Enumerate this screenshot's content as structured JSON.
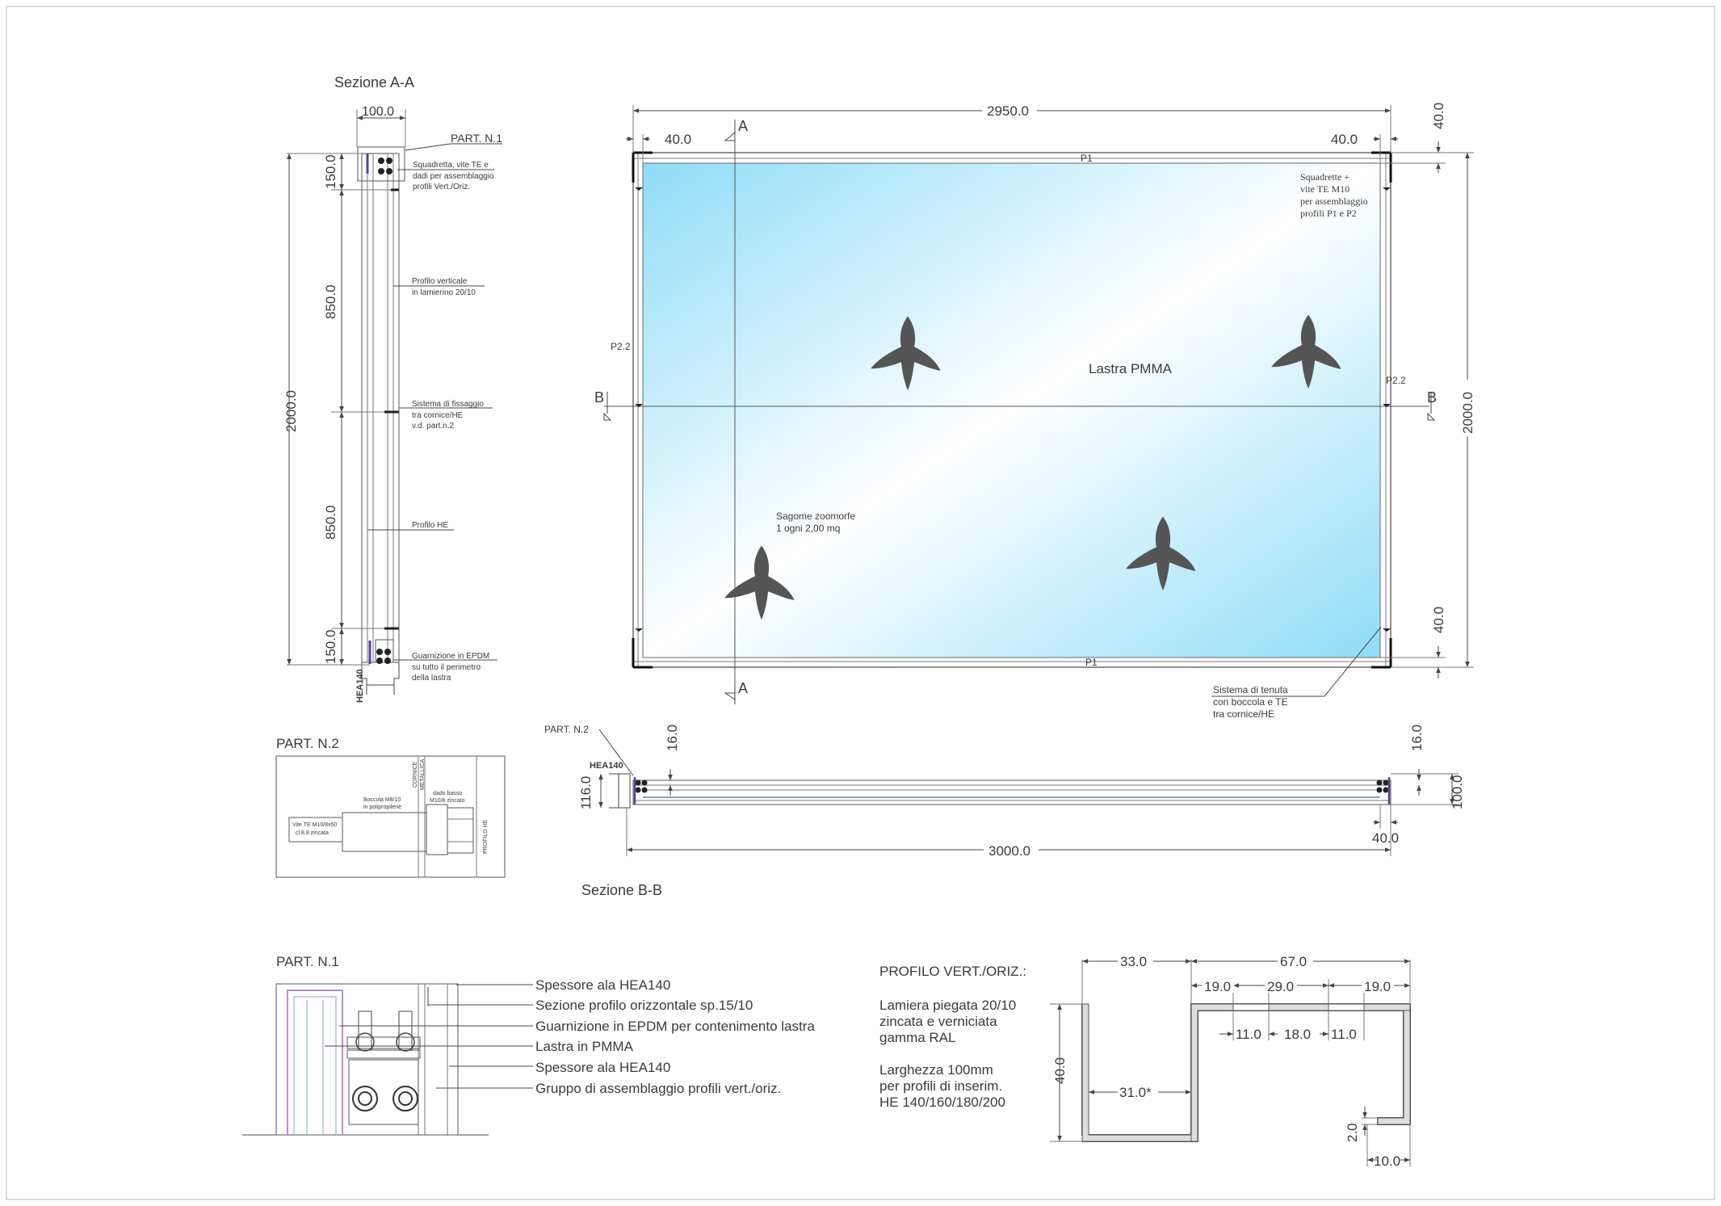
{
  "section_aa": {
    "title": "Sezione A-A",
    "dim_width": "100.0",
    "dim_top": "150.0",
    "dim_upper": "850.0",
    "dim_lower": "850.0",
    "dim_bottom": "150.0",
    "dim_total": "2000.0",
    "profile_label": "HEA140",
    "callout_part": "PART. N.1",
    "callout_squadretta": [
      "Squadretta, vite TE e",
      "dadi per assemblaggio",
      "profili Vert./Oriz."
    ],
    "callout_profilo": [
      "Profilo verticale",
      "in lamierino 20/10"
    ],
    "callout_sistema": [
      "Sistema di fissaggio",
      "tra cornice/HE",
      "v.d. part.n.2"
    ],
    "callout_profilo_he": "Profilo HE",
    "callout_guarnizione": [
      "Guarnizione in EPDM",
      "su tutto il perimetro",
      "della lastra"
    ]
  },
  "elevation": {
    "dim_width": "2950.0",
    "dim_left": "40.0",
    "dim_right": "40.0",
    "dim_top": "40.0",
    "dim_height": "2000.0",
    "dim_bottom": "40.0",
    "section_a": "A",
    "section_b": "B",
    "label_p1": "P1",
    "label_p22": "P2.2",
    "panel_label": "Lastra PMMA",
    "squadrette_note": [
      "Squadrette +",
      "vite TE M10",
      "per assemblaggio",
      "profili P1 e P2"
    ],
    "sagome_note": [
      "Sagome zoomorfe",
      "1 ogni 2,00 mq"
    ],
    "tenuta_note": [
      "Sistema di tenuta",
      "con boccola e TE",
      "tra cornice/HE"
    ],
    "glass_color_edge": "#8fdcf7",
    "glass_color_center": "#ffffff",
    "bird_color": "#555555"
  },
  "part2": {
    "title": "PART. N.2",
    "callout": "PART. N.2",
    "vite": [
      "Vite TE M10/8x50",
      "cl.8.8 zincata"
    ],
    "boccola": [
      "Boccola M8/10",
      "in polipropilene"
    ],
    "dado": [
      "dado basso",
      "M10/8 zincato"
    ],
    "cornice": [
      "CORNICE",
      "METALLICA"
    ],
    "profilo": "PROFILO HE"
  },
  "section_bb": {
    "title": "Sezione B-B",
    "profile_label": "HEA140",
    "dim_left_top": "16.0",
    "dim_right_top": "16.0",
    "dim_height": "116.0",
    "dim_right_height": "100.0",
    "dim_right_width": "40.0",
    "dim_total": "3000.0"
  },
  "part1": {
    "title": "PART. N.1",
    "items": [
      "Spessore ala HEA140",
      "Sezione profilo orizzontale sp.15/10",
      "Guarnizione in EPDM per contenimento lastra",
      "Lastra in PMMA",
      "Spessore ala HEA140",
      "Gruppo di assemblaggio profili vert./oriz."
    ]
  },
  "profile": {
    "title": "PROFILO VERT./ORIZ.:",
    "material": [
      "Lamiera piegata 20/10",
      "zincata e verniciata",
      "gamma RAL"
    ],
    "width_note": [
      "Larghezza 100mm",
      "per profili di inserim.",
      "HE 140/160/180/200"
    ],
    "dims": {
      "d33": "33.0",
      "d67": "67.0",
      "d19a": "19.0",
      "d29": "29.0",
      "d19b": "19.0",
      "d11a": "11.0",
      "d18": "18.0",
      "d11b": "11.0",
      "d40": "40.0",
      "d31": "31.0*",
      "d2": "2.0",
      "d10": "10.0"
    }
  }
}
